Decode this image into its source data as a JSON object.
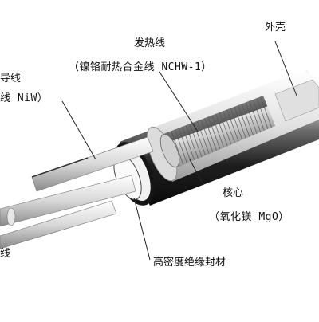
{
  "labels": {
    "shell": "外壳",
    "heating_wire": "发热线",
    "heating_wire_detail": "（镍铬耐热合金线 NCHW-1）",
    "lead_wire": "导线",
    "lead_wire_detail": "线 NiW）",
    "core": "核心",
    "core_detail": "（氧化镁 MgO）",
    "seal": "高密度绝缘封材",
    "left_partial": "线"
  },
  "colors": {
    "shell_dark": "#1a1a1a",
    "shell_highlight": "#e8e8e8",
    "core_light": "#efefef",
    "coil": "#b8b8b8",
    "line": "#222222"
  }
}
